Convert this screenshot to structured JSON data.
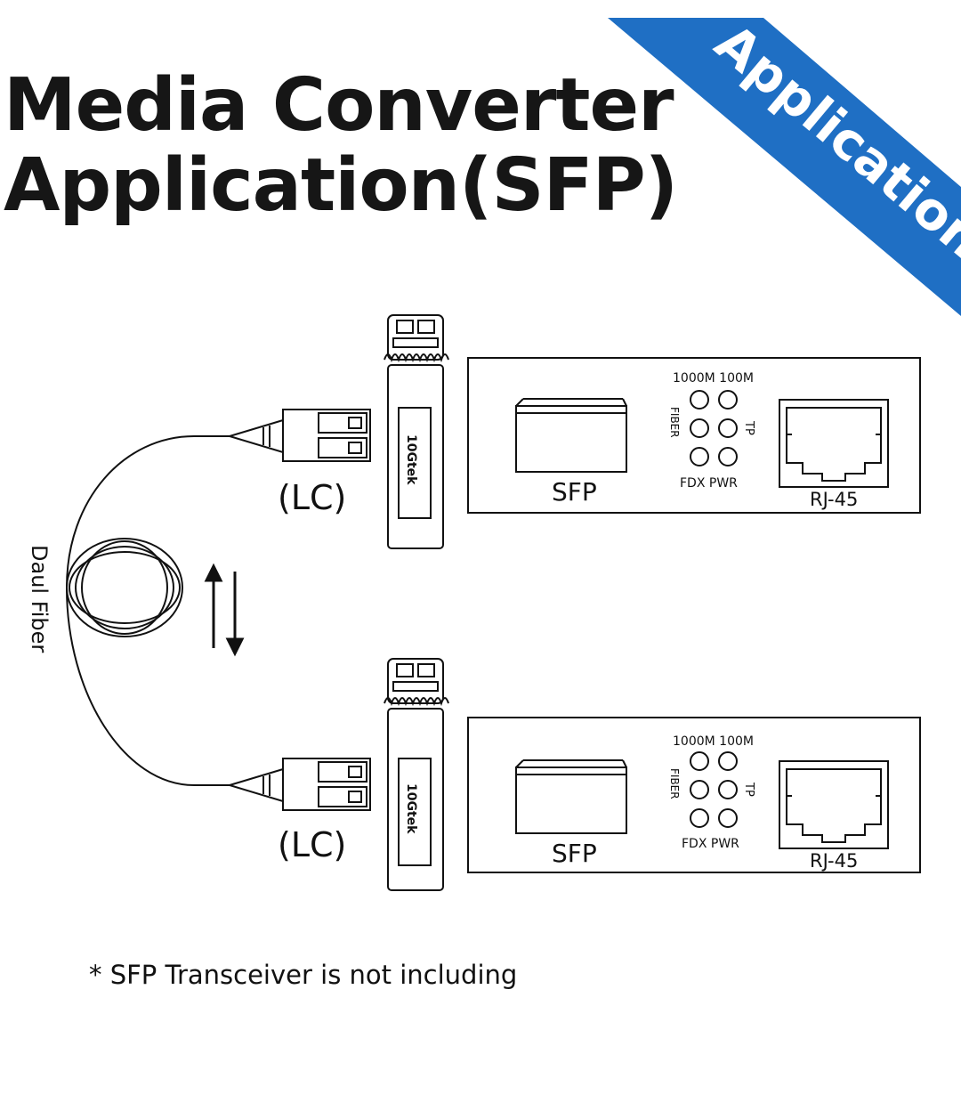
{
  "header": {
    "title_line1": "Media Converter",
    "title_line2": "Application(SFP)",
    "banner_text": "Application",
    "banner_color": "#1f6fc4"
  },
  "diagram": {
    "fiber_label": "Daul Fiber",
    "connector_label": "(LC)",
    "transceiver_brand": "10Gtek",
    "converters": [
      {
        "sfp_port_label": "SFP",
        "led_header": "1000M 100M",
        "led_left_label": "FIBER",
        "led_right_label": "TP",
        "led_bottom_label": "FDX PWR",
        "rj45_label": "RJ-45"
      },
      {
        "sfp_port_label": "SFP",
        "led_header": "1000M 100M",
        "led_left_label": "FIBER",
        "led_right_label": "TP",
        "led_bottom_label": "FDX PWR",
        "rj45_label": "RJ-45"
      }
    ]
  },
  "footnote": "* SFP Transceiver is not including"
}
